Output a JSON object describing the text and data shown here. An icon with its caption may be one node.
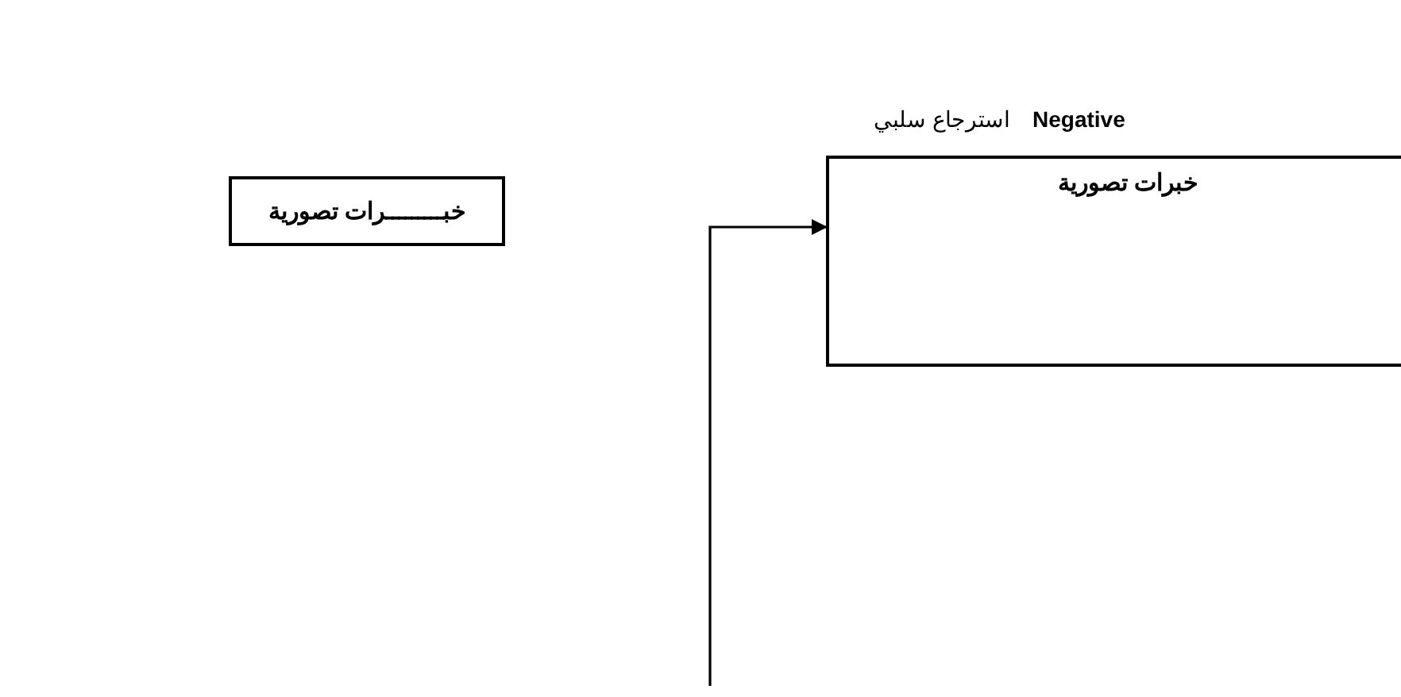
{
  "diagram": {
    "nodes": [
      {
        "text": [
          "خبـــــــــرات تصورية"
        ]
      },
      {
        "text": [
          "خبرات تصورية"
        ]
      }
    ],
    "edges": [
      {
        "from": null,
        "to": 1,
        "arrow": "to"
      }
    ],
    "labels": [
      "Negative",
      "استرجاع سلبي"
    ]
  }
}
